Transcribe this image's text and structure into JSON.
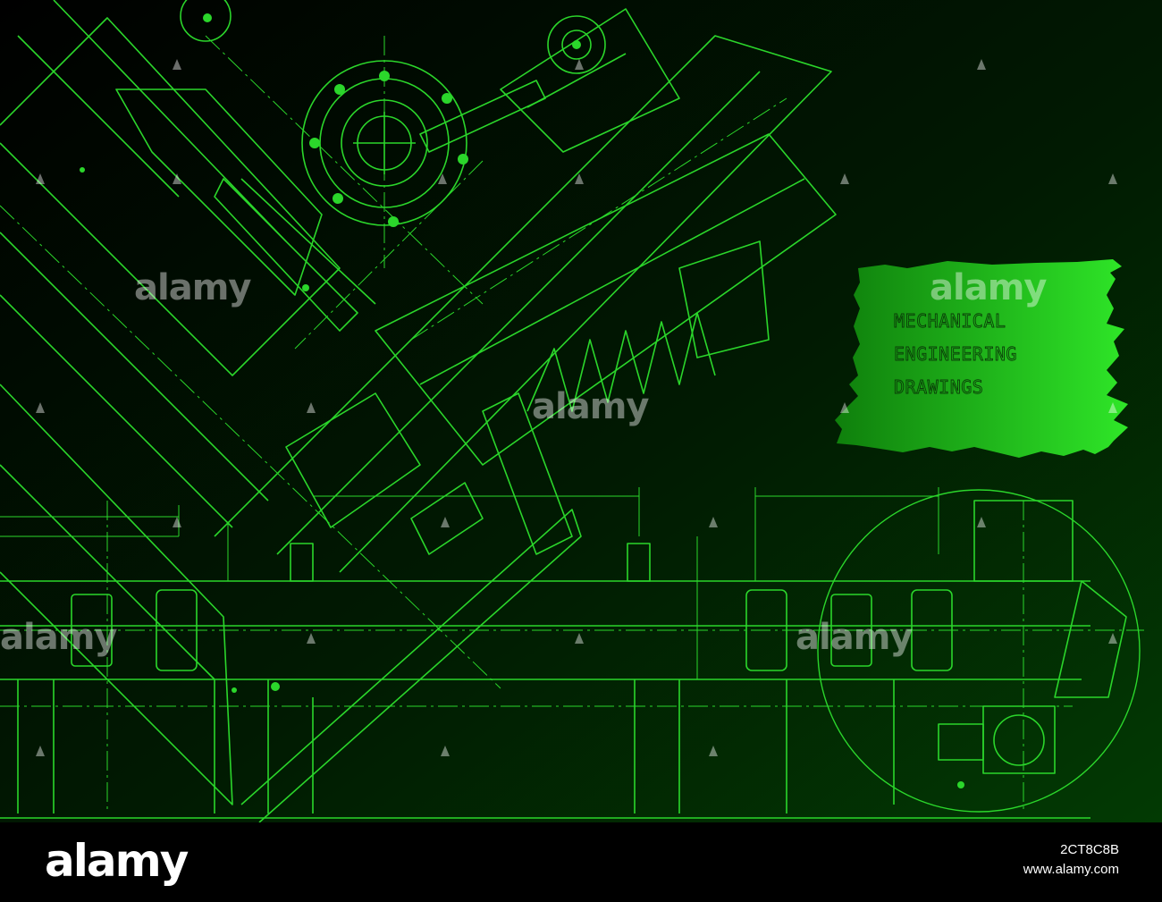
{
  "stamp": {
    "line1": "MECHANICAL",
    "line2": "ENGINEERING",
    "line3": "DRAWINGS"
  },
  "watermark": {
    "text": "alamy"
  },
  "footer": {
    "logo": "alamy",
    "image_id": "2CT8C8B",
    "site": "www.alamy.com"
  },
  "colors": {
    "background_top": "#000000",
    "background_bottom": "#013500",
    "line": "#2bd62b",
    "stamp_fill": "#22c81b"
  }
}
